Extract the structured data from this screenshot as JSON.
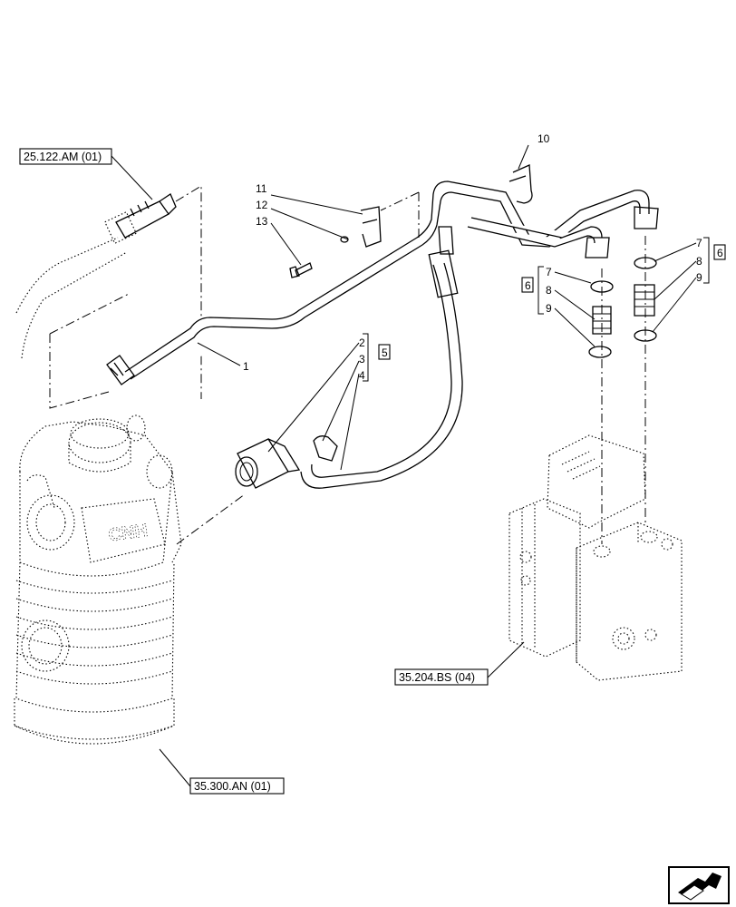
{
  "references": {
    "ref_25122": "25.122.AM (01)",
    "ref_35300": "35.300.AN (01)",
    "ref_35204": "35.204.BS (04)"
  },
  "callouts": {
    "n1": "1",
    "n2": "2",
    "n3": "3",
    "n4": "4",
    "n5": "5",
    "n6a": "6",
    "n6b": "6",
    "n7a": "7",
    "n7b": "7",
    "n8a": "8",
    "n8b": "8",
    "n9a": "9",
    "n9b": "9",
    "n10": "10",
    "n11": "11",
    "n12": "12",
    "n13": "13"
  },
  "icons": {
    "nav": "next-page-arrow-icon"
  }
}
